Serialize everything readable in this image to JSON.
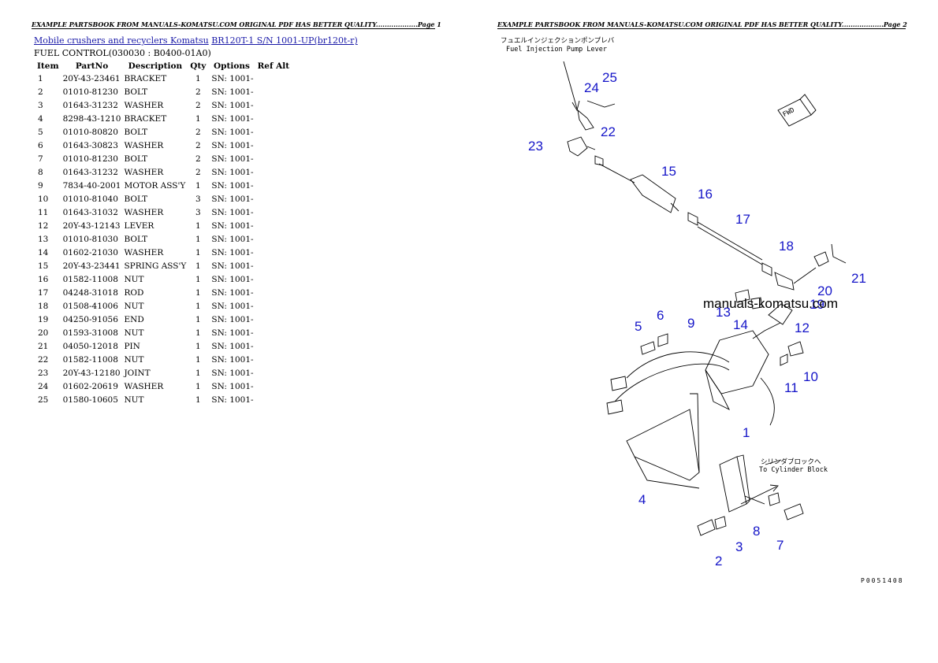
{
  "header_left": "EXAMPLE PARTSBOOK FROM MANUALS-KOMATSU.COM ORIGINAL PDF HAS BETTER QUALITY...................Page 1",
  "header_right": "EXAMPLE PARTSBOOK FROM MANUALS-KOMATSU.COM ORIGINAL PDF HAS BETTER QUALITY...................Page 2",
  "breadcrumb": {
    "link1": "Mobile crushers and recyclers Komatsu",
    "link2": "BR120T-1 S/N 1001-UP(br120t-r)"
  },
  "subtitle": "FUEL CONTROL(030030 : B0400-01A0)",
  "table": {
    "headers": [
      "Item",
      "PartNo",
      "Description",
      "Qty",
      "Options",
      "Ref Alt"
    ],
    "rows": [
      [
        "1",
        "20Y-43-23461",
        "BRACKET",
        "1",
        "SN: 1001-",
        ""
      ],
      [
        "2",
        "01010-81230",
        "BOLT",
        "2",
        "SN: 1001-",
        ""
      ],
      [
        "3",
        "01643-31232",
        "WASHER",
        "2",
        "SN: 1001-",
        ""
      ],
      [
        "4",
        "8298-43-1210",
        "BRACKET",
        "1",
        "SN: 1001-",
        ""
      ],
      [
        "5",
        "01010-80820",
        "BOLT",
        "2",
        "SN: 1001-",
        ""
      ],
      [
        "6",
        "01643-30823",
        "WASHER",
        "2",
        "SN: 1001-",
        ""
      ],
      [
        "7",
        "01010-81230",
        "BOLT",
        "2",
        "SN: 1001-",
        ""
      ],
      [
        "8",
        "01643-31232",
        "WASHER",
        "2",
        "SN: 1001-",
        ""
      ],
      [
        "9",
        "7834-40-2001",
        "MOTOR ASS'Y",
        "1",
        "SN: 1001-",
        ""
      ],
      [
        "10",
        "01010-81040",
        "BOLT",
        "3",
        "SN: 1001-",
        ""
      ],
      [
        "11",
        "01643-31032",
        "WASHER",
        "3",
        "SN: 1001-",
        ""
      ],
      [
        "12",
        "20Y-43-12143",
        "LEVER",
        "1",
        "SN: 1001-",
        ""
      ],
      [
        "13",
        "01010-81030",
        "BOLT",
        "1",
        "SN: 1001-",
        ""
      ],
      [
        "14",
        "01602-21030",
        "WASHER",
        "1",
        "SN: 1001-",
        ""
      ],
      [
        "15",
        "20Y-43-23441",
        "SPRING ASS'Y",
        "1",
        "SN: 1001-",
        ""
      ],
      [
        "16",
        "01582-11008",
        "NUT",
        "1",
        "SN: 1001-",
        ""
      ],
      [
        "17",
        "04248-31018",
        "ROD",
        "1",
        "SN: 1001-",
        ""
      ],
      [
        "18",
        "01508-41006",
        "NUT",
        "1",
        "SN: 1001-",
        ""
      ],
      [
        "19",
        "04250-91056",
        "END",
        "1",
        "SN: 1001-",
        ""
      ],
      [
        "20",
        "01593-31008",
        "NUT",
        "1",
        "SN: 1001-",
        ""
      ],
      [
        "21",
        "04050-12018",
        "PIN",
        "1",
        "SN: 1001-",
        ""
      ],
      [
        "22",
        "01582-11008",
        "NUT",
        "1",
        "SN: 1001-",
        ""
      ],
      [
        "23",
        "20Y-43-12180",
        "JOINT",
        "1",
        "SN: 1001-",
        ""
      ],
      [
        "24",
        "01602-20619",
        "WASHER",
        "1",
        "SN: 1001-",
        ""
      ],
      [
        "25",
        "01580-10605",
        "NUT",
        "1",
        "SN: 1001-",
        ""
      ]
    ]
  },
  "diagram": {
    "jp_label_top": "フュエルインジェクションポンプレバ",
    "en_label_top": "Fuel Injection Pump Lever",
    "jp_label_cyl": "シリンダブロックへ",
    "en_label_cyl": "To Cylinder Block",
    "fwd": "FWD",
    "watermark": "manuals-komatsu.com",
    "code": "P0051408",
    "accent_color": "#1515c8",
    "callouts": [
      "1",
      "2",
      "3",
      "4",
      "5",
      "6",
      "7",
      "8",
      "9",
      "10",
      "11",
      "12",
      "13",
      "14",
      "15",
      "16",
      "17",
      "18",
      "19",
      "20",
      "21",
      "22",
      "23",
      "24",
      "25"
    ]
  }
}
